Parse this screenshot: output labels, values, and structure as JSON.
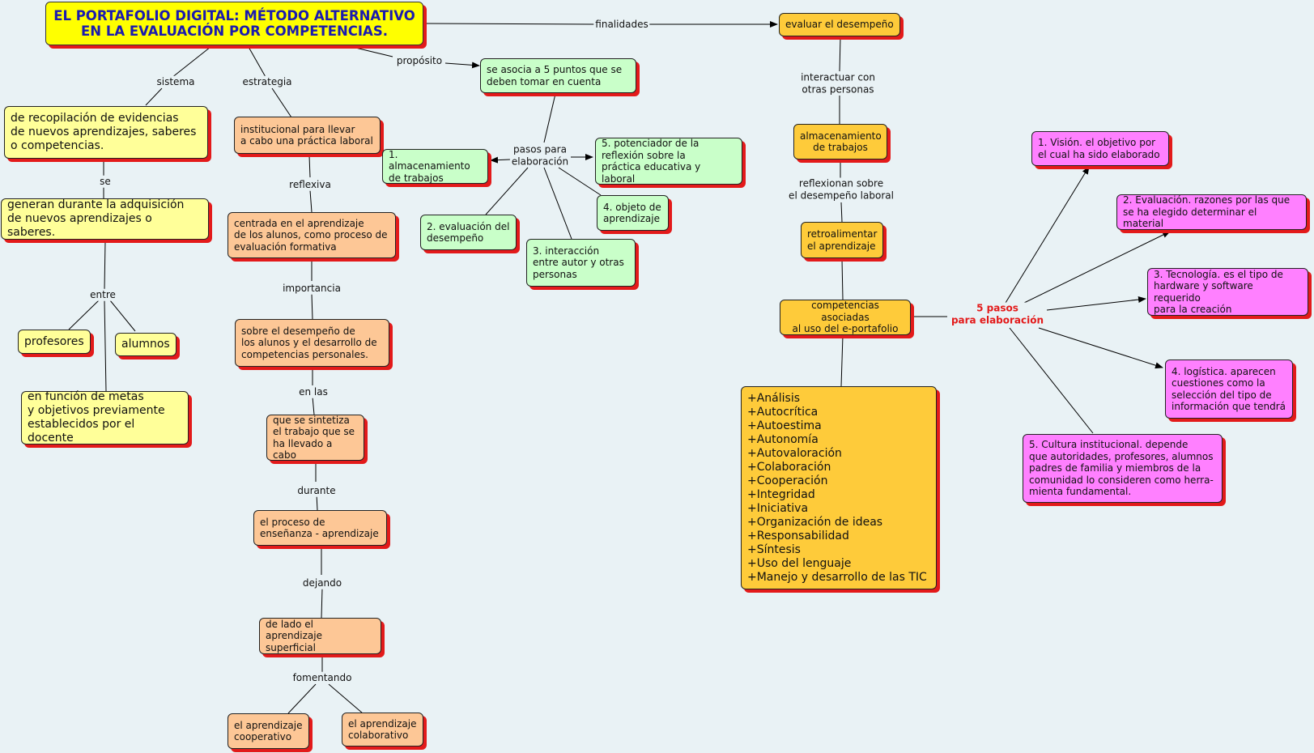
{
  "title": "EL PORTAFOLIO DIGITAL: MÉTODO ALTERNATIVO\nEN LA EVALUACIÓN POR COMPETENCIAS.",
  "links": {
    "finalidades": "finalidades",
    "proposito": "propósito",
    "sistema": "sistema",
    "estrategia": "estrategia",
    "se": "se",
    "entre": "entre",
    "reflexiva": "reflexiva",
    "importancia": "importancia",
    "en_las": "en las",
    "durante": "durante",
    "dejando": "dejando",
    "fomentando": "fomentando",
    "pasos_para": "pasos para\nelaboración",
    "interactuar": "interactuar con\notras personas",
    "reflexionan": "reflexionan sobre\nel desempeño laboral",
    "cinco_pasos": "5 pasos\npara elaboración"
  },
  "nodes": {
    "recopilacion": "de recopilación de evidencias\nde nuevos aprendizajes, saberes\no competencias.",
    "generan": "generan durante la adquisición\nde nuevos aprendizajes o saberes.",
    "profesores": "profesores",
    "alumnos": "alumnos",
    "funcion_metas": "en función de metas\ny objetivos previamente\nestablecidos por el docente",
    "institucional": "institucional para llevar\na cabo una práctica laboral",
    "centrada": "centrada en el aprendizaje\nde los alunos, como proceso de\nevaluación formativa",
    "desempeno_alunos": "sobre el desempeño de\nlos alunos y el desarrollo de\ncompetencias personales.",
    "sintetiza": "que se sintetiza\nel trabajo que se\nha llevado a cabo",
    "proceso": "el proceso de\nenseñanza - aprendizaje",
    "de_lado": "de lado el\naprendizaje superficial",
    "cooperativo": "el aprendizaje\ncooperativo",
    "colaborativo": "el aprendizaje\ncolaborativo",
    "se_asocia": "se asocia a 5  puntos que se\ndeben tomar en cuenta",
    "almacenamiento1": "1. almacenamiento\nde trabajos",
    "evaluacion2": "2. evaluación del\ndesempeño",
    "interaccion3": "3. interacción\nentre autor y otras\npersonas",
    "objeto4": "4. objeto de\naprendizaje",
    "potenciador5": "5. potenciador de la\n reflexión sobre la\npráctica educativa y laboral",
    "evaluar": "evaluar el desempeño",
    "almacenamiento": "almacenamiento\nde trabajos",
    "retroalimentar": "retroalimentar\nel aprendizaje",
    "competencias": "competencias asociadas\nal uso del e-portafolio",
    "lista": "+Análisis\n+Autocrítica\n+Autoestima\n+Autonomía\n+Autovaloración\n+Colaboración\n+Cooperación\n+Integridad\n+Iniciativa\n+Organización de ideas\n+Responsabilidad\n+Síntesis\n+Uso del lenguaje\n+Manejo y desarrollo de las TIC",
    "vision": "1. Visión. el objetivo por\nel cual ha sido elaborado",
    "evaluacion": "2. Evaluación. razones por las que\nse ha elegido determinar el material",
    "tecnologia": "3. Tecnología. es el tipo de\nhardware y software requerido\npara la creación",
    "logistica": "4. logística. aparecen\ncuestiones como la\nselección del tipo de\ninformación que tendrá",
    "cultura": "5. Cultura institucional. depende\nque autoridades, profesores, alumnos\npadres de familia y miembros de la\ncomunidad lo consideren como herra-\nmienta fundamental."
  },
  "colors": {
    "background": "#e9f2f5",
    "shadow": "#e31a1a",
    "title_fill": "#ffff00",
    "title_text": "#1a1ab0",
    "yellow": "#ffff99",
    "orange": "#fdc796",
    "green": "#c9ffc9",
    "gold": "#fecb3a",
    "pink": "#ff80ff"
  }
}
